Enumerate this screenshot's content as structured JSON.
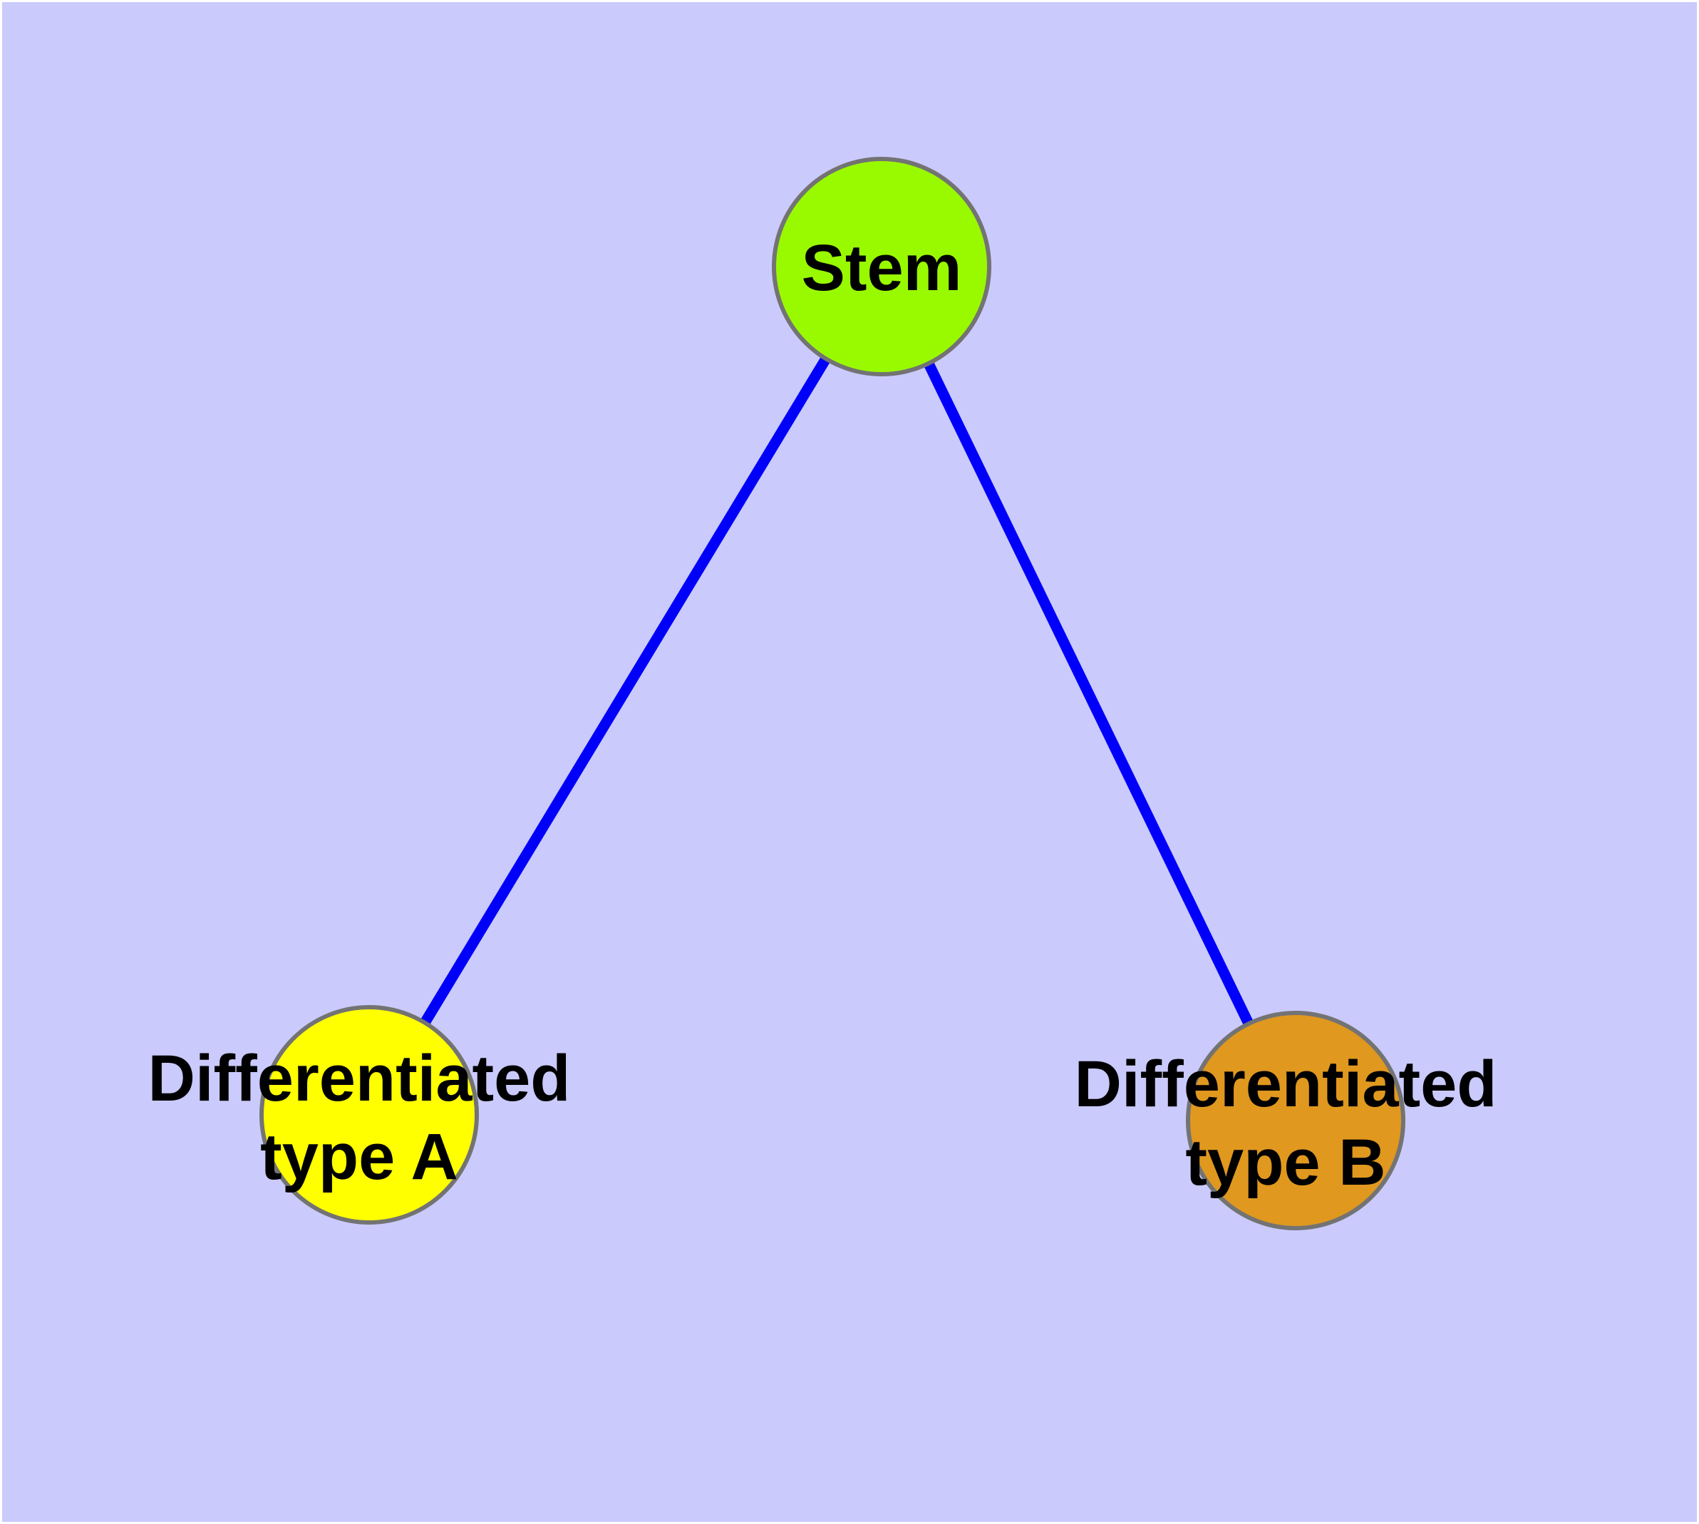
{
  "diagram": {
    "background_color": "#cacafc",
    "frame_color": "#ffffff",
    "node_border_color": "#737373",
    "edge_color": "#0000fa",
    "text_color": "#000000",
    "nodes": [
      {
        "id": "stem",
        "label": "Stem",
        "fill": "#99fa00"
      },
      {
        "id": "differentiated-type-a",
        "label_line1": "Differentiated",
        "label_line2": "type A",
        "fill": "#ffff00"
      },
      {
        "id": "differentiated-type-b",
        "label_line1": "Differentiated",
        "label_line2": "type B",
        "fill": "#e0981f"
      }
    ],
    "edges": [
      {
        "from": "Stem",
        "to": "Differentiated type A"
      },
      {
        "from": "Stem",
        "to": "Differentiated type B"
      }
    ]
  }
}
